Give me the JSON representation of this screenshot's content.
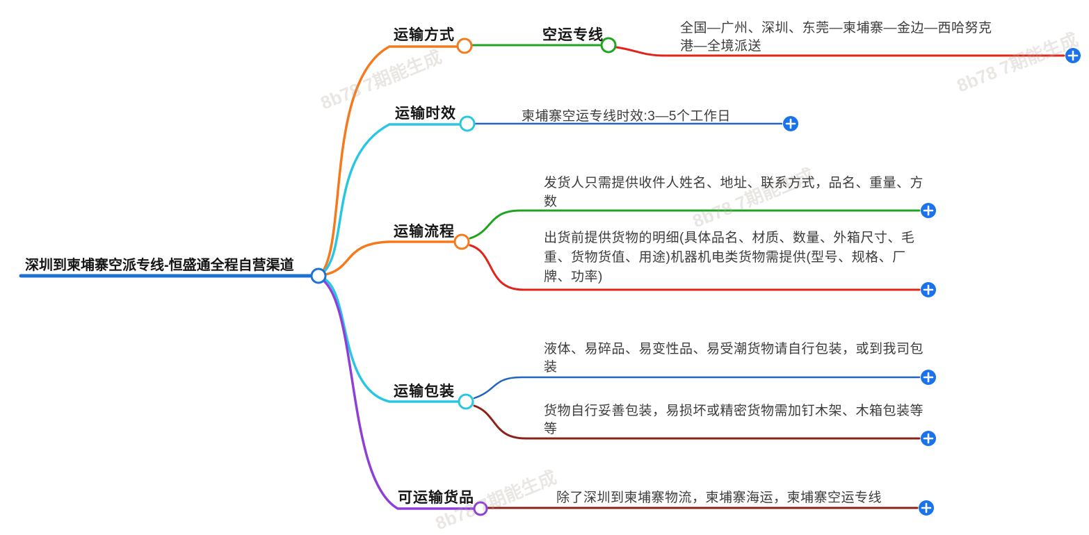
{
  "colors": {
    "root_blue": "#1c72d4",
    "orange": "#f5791d",
    "cyan": "#29c6e2",
    "green": "#1fa41f",
    "red": "#e2231a",
    "blue_line": "#2264c2",
    "dark_red": "#8c211a",
    "purple": "#8d3fd8",
    "plus": "#1a73e8",
    "node_fill": "#ffffff"
  },
  "watermark": {
    "text": "8b78 7期能生成"
  },
  "plus_icon": {
    "label": "+"
  },
  "mindmap": {
    "root": {
      "label": "深圳到柬埔寨空派专线-恒盛通全程自营渠道"
    },
    "branches": [
      {
        "label": "运输方式",
        "children": [
          {
            "label": "空运专线",
            "children": [
              {
                "label": "全国—广州、深圳、东莞—柬埔寨—金边—西哈努克港—全境派送"
              }
            ]
          }
        ]
      },
      {
        "label": "运输时效",
        "children": [
          {
            "label": "柬埔寨空运专线时效:3—5个工作日"
          }
        ]
      },
      {
        "label": "运输流程",
        "children": [
          {
            "label": "发货人只需提供收件人姓名、地址、联系方式，品名、重量、方数"
          },
          {
            "label": "出货前提供货物的明细(具体品名、材质、数量、外箱尺寸、毛重、货物货值、用途)机器机电类货物需提供(型号、规格、厂牌、功率)"
          }
        ]
      },
      {
        "label": "运输包装",
        "children": [
          {
            "label": "液体、易碎品、易变性品、易受潮货物请自行包装，或到我司包装"
          },
          {
            "label": "货物自行妥善包装，易损坏或精密货物需加钉木架、木箱包装等等"
          }
        ]
      },
      {
        "label": "可运输货品",
        "children": [
          {
            "label": "除了深圳到柬埔寨物流，柬埔寨海运，柬埔寨空运专线"
          }
        ]
      }
    ]
  }
}
